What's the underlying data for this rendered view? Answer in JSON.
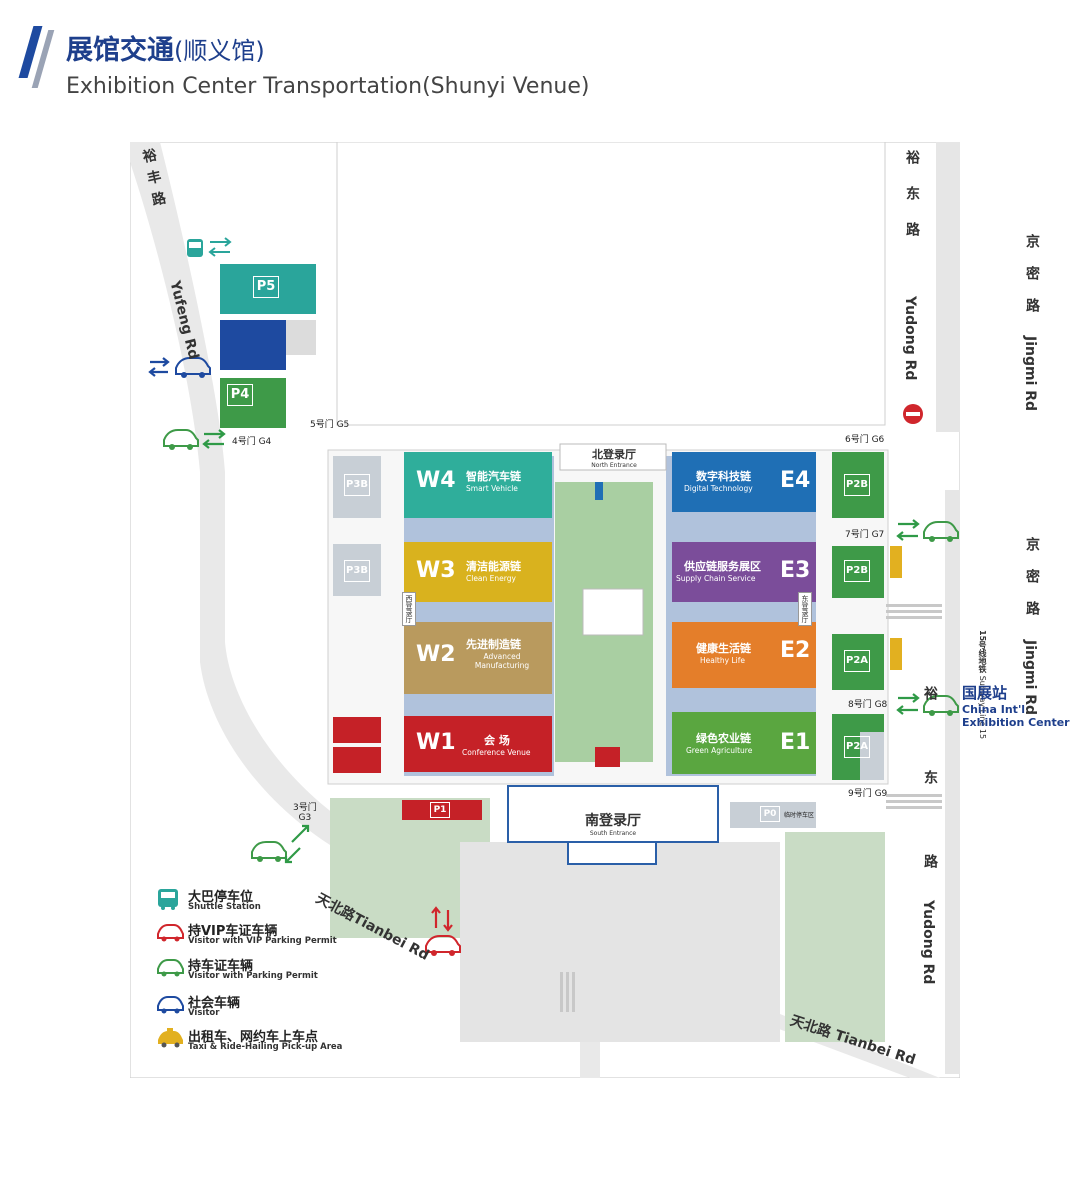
{
  "header": {
    "title_cn": "展馆交通",
    "title_cn_sub": "(顺义馆)",
    "title_en": "Exhibition Center Transportation(Shunyi Venue)"
  },
  "roads": {
    "yufeng_cn": "裕丰路",
    "yufeng_en": "Yufeng Rd",
    "yudong_cn": "裕东路",
    "yudong_en": "Yudong Rd",
    "jingmi_cn": "京密路",
    "jingmi_en": "Jingmi Rd",
    "tianbei_left": "天北路Tianbei Rd",
    "tianbei_right": "天北路 Tianbei Rd"
  },
  "halls": [
    {
      "code": "W4",
      "cn": "智能汽车链",
      "en": "Smart Vehicle",
      "color": "#2fae9b"
    },
    {
      "code": "W3",
      "cn": "清洁能源链",
      "en": "Clean Energy",
      "color": "#d9b21e"
    },
    {
      "code": "W2",
      "cn": "先进制造链",
      "en": "Advanced Manufacturing",
      "color": "#b99a5e"
    },
    {
      "code": "W1",
      "cn": "会 场",
      "en": "Conference Venue",
      "color": "#c52127"
    },
    {
      "code": "E4",
      "cn": "数字科技链",
      "en": "Digital Technology",
      "color": "#1f6fb5"
    },
    {
      "code": "E3",
      "cn": "供应链服务展区",
      "en": "Supply Chain Service",
      "color": "#7b4d9a"
    },
    {
      "code": "E2",
      "cn": "健康生活链",
      "en": "Healthy Life",
      "color": "#e47e2a"
    },
    {
      "code": "E1",
      "cn": "绿色农业链",
      "en": "Green Agriculture",
      "color": "#5aa640"
    }
  ],
  "entrances": {
    "north_cn": "北登录厅",
    "north_en": "North Entrance",
    "south_cn": "南登录厅",
    "south_en": "South Entrance",
    "west_cn": "西登录厅",
    "east_cn": "东登录厅"
  },
  "gates": {
    "g3_line1": "3号门",
    "g3_line2": "G3",
    "g4": "4号门 G4",
    "g5": "5号门 G5",
    "g6": "6号门 G6",
    "g7": "7号门 G7",
    "g8": "8号门 G8",
    "g9": "9号门 G9"
  },
  "parking": {
    "p5": "P5",
    "p4": "P4",
    "p3b_top": "P3B",
    "p3b": "P3B",
    "p2b_top": "P2B",
    "p2b": "P2B",
    "p2a_top": "P2A",
    "p2a": "P2A",
    "p1": "P1",
    "p0": "P0",
    "p0_label": "临时停车区"
  },
  "subway": {
    "line_cn": "15号线地铁",
    "line_en": "Subway Line 15",
    "station_cn": "国展站",
    "station_en_1": "China Int'l",
    "station_en_2": "Exhibition Center"
  },
  "legend": [
    {
      "cn": "大巴停车位",
      "en": "Shuttle Station",
      "icon": "bus-icon",
      "color": "#2aa59b"
    },
    {
      "cn": "持VIP车证车辆",
      "en": "Visitor with VIP Parking Permit",
      "icon": "car-icon",
      "color": "#d0262c"
    },
    {
      "cn": "持车证车辆",
      "en": "Visitor with Parking Permit",
      "icon": "car-icon",
      "color": "#3e9a48"
    },
    {
      "cn": "社会车辆",
      "en": "Visitor",
      "icon": "car-icon",
      "color": "#1e4aa0"
    },
    {
      "cn": "出租车、网约车上车点",
      "en": "Taxi & Ride-Hailing Pick-up Area",
      "icon": "taxi-icon",
      "color": "#e2b020"
    }
  ],
  "colors": {
    "brand": "#1e3f8c",
    "road": "#e8e8e8",
    "green_area": "#c9dcc5",
    "building_grey": "#dcdcdc",
    "cyan_arrow": "#2aa59b",
    "green_arrow": "#2f9a47",
    "navy_arrow": "#1e4aa0",
    "red_arrow": "#d0262c"
  }
}
